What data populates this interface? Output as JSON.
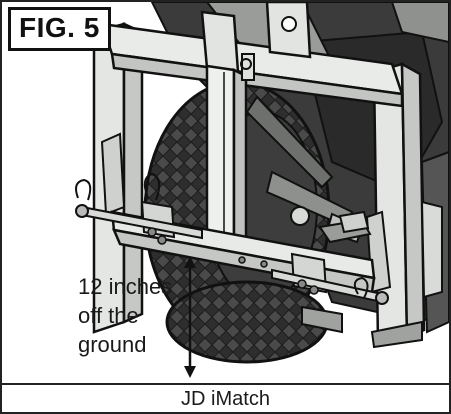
{
  "figure": {
    "label": "FIG. 5",
    "measurement": {
      "line1": "12 inches",
      "line2": "off the",
      "line3": "ground"
    },
    "caption": "JD iMatch"
  },
  "colors": {
    "ink": "#1a1a1a",
    "frame_fill": "#e4e6e3",
    "frame_shade": "#c5c8c4",
    "tire": "#2d2d2d",
    "dark_body": "#3a3a3a",
    "background": "#ffffff"
  }
}
